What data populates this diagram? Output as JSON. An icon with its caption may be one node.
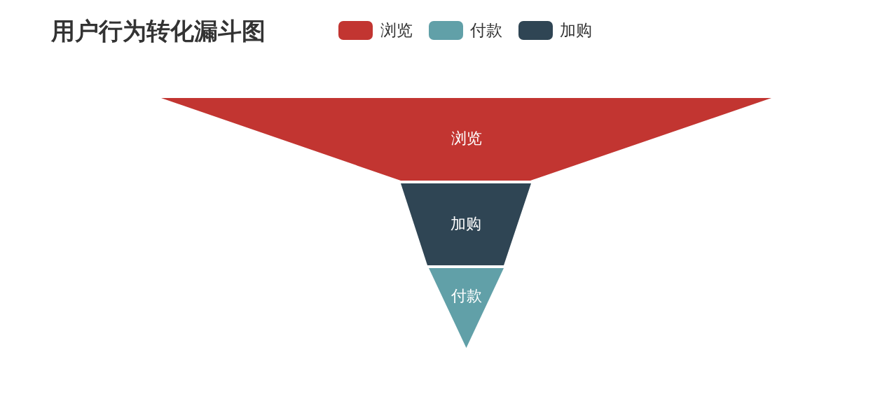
{
  "diagram": {
    "title": "用户行为转化漏斗图",
    "nodes": [
      {
        "text": [
          "浏览"
        ]
      },
      {
        "text": [
          "加购"
        ]
      },
      {
        "text": [
          "付款"
        ]
      }
    ],
    "legend": [
      {
        "text": "浏览",
        "color": "#c23531"
      },
      {
        "text": "付款",
        "color": "#61a0a8"
      },
      {
        "text": "加购",
        "color": "#2f4554"
      }
    ]
  }
}
